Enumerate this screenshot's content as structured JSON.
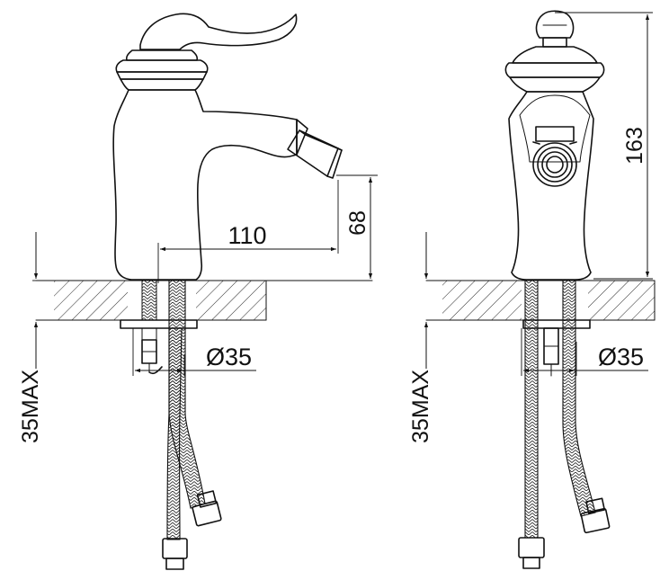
{
  "dimensions": {
    "spout_reach": "110",
    "spout_height": "68",
    "total_height": "163",
    "hole_diameter_left": "Ø35",
    "hole_diameter_right": "Ø35",
    "max_counter_thickness_left": "35MAX",
    "max_counter_thickness_right": "35MAX"
  }
}
